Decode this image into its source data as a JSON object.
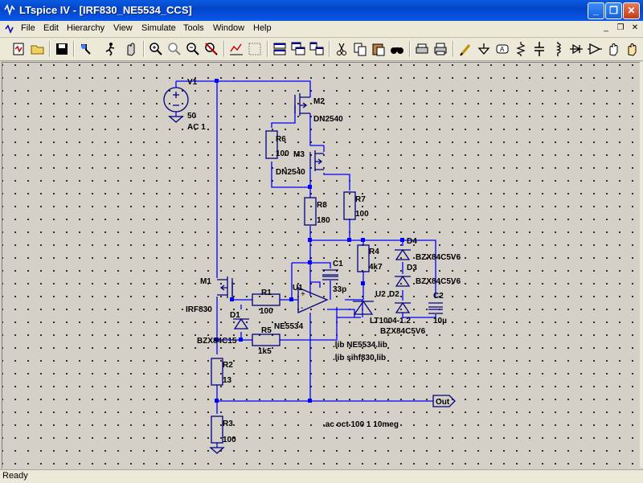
{
  "window": {
    "title": "LTspice IV - [IRF830_NE5534_CCS]",
    "controls": [
      "minimize-icon",
      "maximize-icon",
      "close-icon"
    ]
  },
  "menu": {
    "items": [
      "File",
      "Edit",
      "Hierarchy",
      "View",
      "Simulate",
      "Tools",
      "Window",
      "Help"
    ]
  },
  "toolbar": {
    "buttons": [
      "new-schematic-icon",
      "open-icon",
      "save-icon",
      "control-panel-icon",
      "run-icon",
      "halt-icon",
      "zoom-in-icon",
      "zoom-pan-icon",
      "zoom-out-icon",
      "zoom-cancel-icon",
      "plot-settings-icon",
      "autorange-icon",
      "tile-horizontal-icon",
      "cascade-icon",
      "tile-vertical-icon",
      "cut-icon",
      "copy-icon",
      "paste-icon",
      "find-icon",
      "print-preview-icon",
      "print-icon",
      "wire-icon",
      "ground-icon",
      "label-net-icon",
      "resistor-icon",
      "capacitor-icon",
      "inductor-icon",
      "diode-icon",
      "component-icon",
      "move-icon",
      "drag-icon"
    ]
  },
  "schematic": {
    "components": {
      "V1": {
        "name": "V1",
        "value1": "50",
        "value2": "AC 1"
      },
      "M2": {
        "name": "M2",
        "value": "DN2540"
      },
      "M3": {
        "name": "M3",
        "value": "DN2540"
      },
      "R6": {
        "name": "R6",
        "value": "100"
      },
      "R8": {
        "name": "R8",
        "value": "180"
      },
      "R7": {
        "name": "R7",
        "value": "100"
      },
      "R4": {
        "name": "R4",
        "value": "4k7"
      },
      "C1": {
        "name": "C1",
        "value": "33p"
      },
      "U1": {
        "name": "U1",
        "value": "NE5534"
      },
      "U2": {
        "name": "U2",
        "value": "LT1004-1.2"
      },
      "D4": {
        "name": "D4",
        "value": "BZX84C5V6"
      },
      "D3": {
        "name": "D3",
        "value": "BZX84C5V6"
      },
      "D2": {
        "name": "D2",
        "value": "BZX84C5V6"
      },
      "C2": {
        "name": "C2",
        "value": "10µ"
      },
      "M1": {
        "name": "M1",
        "value": "IRF830"
      },
      "R1": {
        "name": "R1",
        "value": "100"
      },
      "D1": {
        "name": "D1",
        "value": "BZX84C15"
      },
      "R5": {
        "name": "R5",
        "value": "1k5"
      },
      "R2": {
        "name": "R2",
        "value": "13"
      },
      "R3": {
        "name": "R3",
        "value": "100"
      }
    },
    "directives": [
      ".lib NE5534.lib",
      ".lib sihf830.lib",
      ".ac oct 100 1 10meg"
    ],
    "net_label": "Out"
  },
  "status": {
    "text": "Ready"
  },
  "colors": {
    "wire": "#0000ff",
    "component": "#000080",
    "background": "#d4d0c8"
  }
}
